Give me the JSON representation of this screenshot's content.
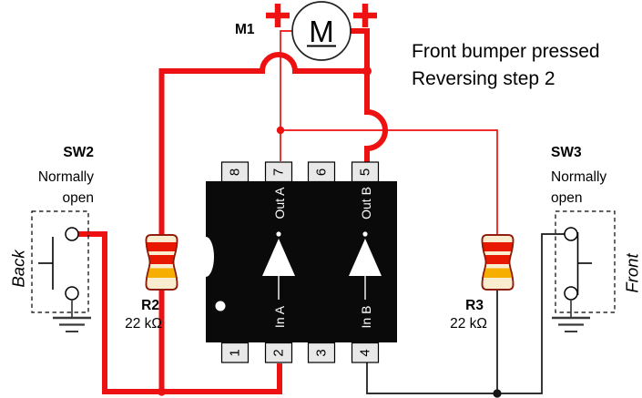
{
  "title": {
    "line1": "Front bumper pressed",
    "line2": "Reversing step 2"
  },
  "motor": {
    "ref": "M1",
    "symbol": "M",
    "polarity_left": "+",
    "polarity_right": "+"
  },
  "ic": {
    "pins_top": [
      "8",
      "7",
      "6",
      "5"
    ],
    "pins_bottom": [
      "1",
      "2",
      "3",
      "4"
    ],
    "buffer_a": {
      "out_label": "Out A",
      "in_label": "In A"
    },
    "buffer_b": {
      "out_label": "Out B",
      "in_label": "In B"
    }
  },
  "resistors": {
    "r2": {
      "ref": "R2",
      "value": "22 kΩ"
    },
    "r3": {
      "ref": "R3",
      "value": "22 kΩ"
    }
  },
  "switches": {
    "sw2": {
      "ref": "SW2",
      "state_line1": "Normally",
      "state_line2": "open",
      "direction": "Back"
    },
    "sw3": {
      "ref": "SW3",
      "state_line1": "Normally",
      "state_line2": "open",
      "direction": "Front"
    }
  },
  "colors": {
    "wire_active": "#ee1111",
    "wire_neutral": "#151515",
    "chip_body": "#0a0a0a",
    "pin_fill": "#e8e8e8",
    "resistor_body": "#f9eccf",
    "resistor_outline": "#8f1a0a",
    "band_red": "#e81700",
    "band_orange": "#f6ae00"
  }
}
